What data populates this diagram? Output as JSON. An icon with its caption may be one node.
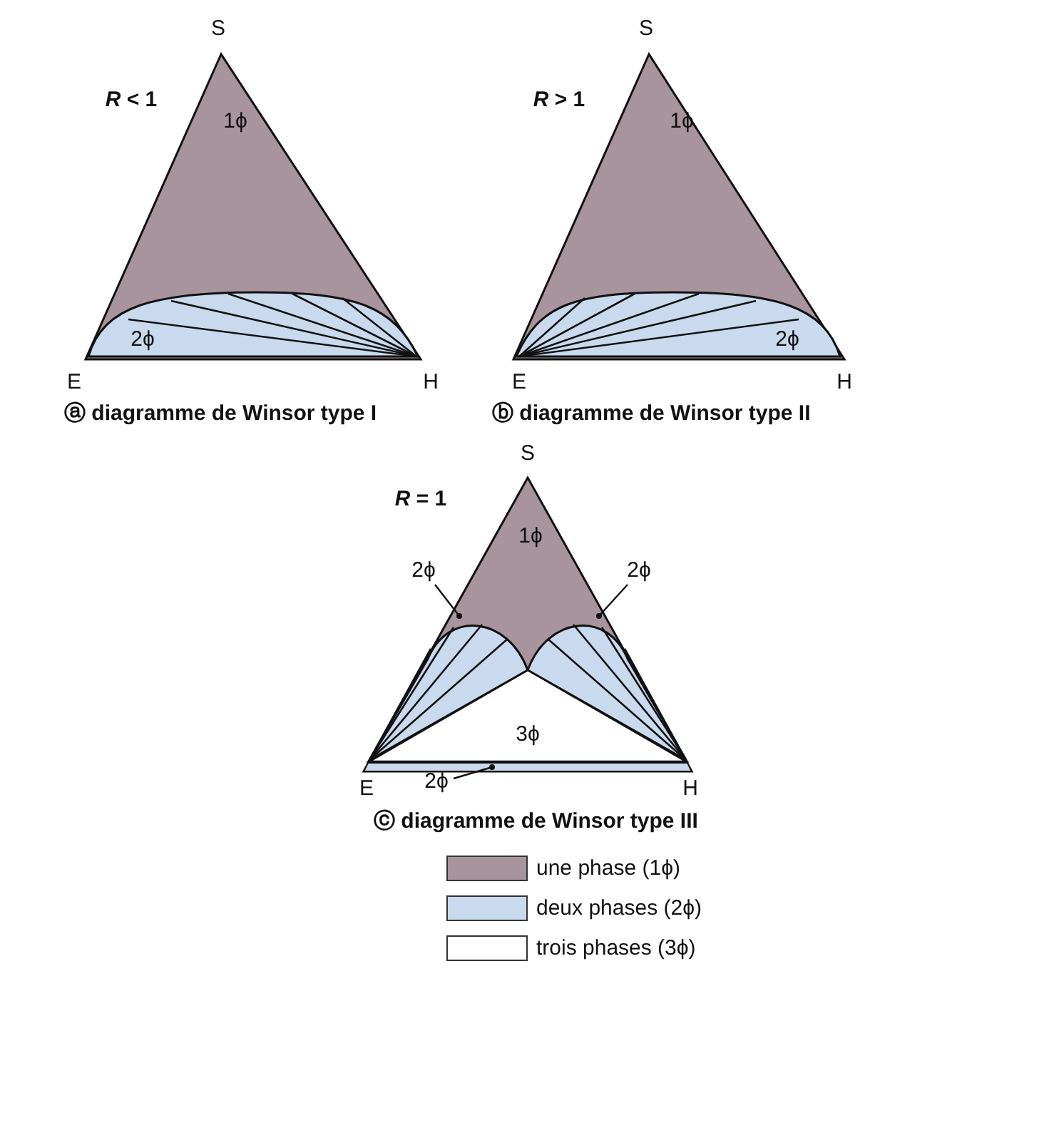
{
  "diagram": {
    "nodes": [
      {
        "text": [
          "2ϕ"
        ]
      },
      {
        "text": [
          "2ϕ"
        ]
      },
      {
        "text": [
          "2ϕ"
        ]
      }
    ],
    "edges": [
      {
        "from": 0,
        "to": null,
        "arrow": "other"
      },
      {
        "from": 1,
        "to": null,
        "arrow": "other"
      },
      {
        "from": 2,
        "to": null,
        "arrow": "other"
      }
    ],
    "labels": [
      "S",
      "*R* < 1",
      "1ϕ",
      "2ϕ",
      "E",
      "H",
      "ⓐ diagramme de Winsor type I",
      "S",
      "*R* > 1",
      "1ϕ",
      "2ϕ",
      "E",
      "H",
      "ⓑ diagramme de Winsor type II",
      "S",
      "*R* = 1",
      "1ϕ",
      "3ϕ",
      "E",
      "H",
      "ⓒ diagramme de Winsor type III"
    ],
    "legend": [
      {
        "text": "une phase (1ϕ)",
        "color": "#a8949c"
      },
      {
        "text": "deux phases (2ϕ)",
        "color": "#c9d9ee"
      },
      {
        "text": "trois phases (3ϕ)",
        "color": "#ffffff"
      }
    ]
  }
}
